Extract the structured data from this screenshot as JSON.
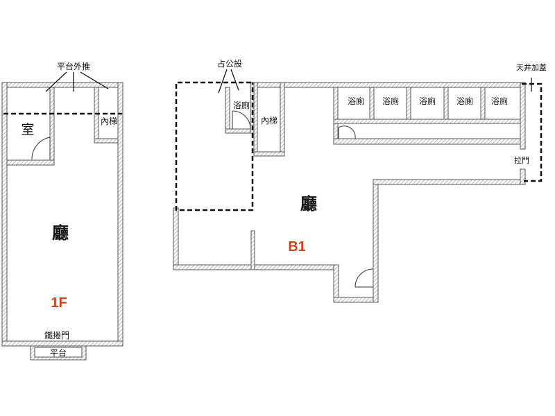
{
  "floor_1f": {
    "label": "1F",
    "hall": "廳",
    "room": "室",
    "elevator": "內梯",
    "platform_push": "平台外推",
    "iron_shutter": "鐵捲門",
    "platform": "平台"
  },
  "floor_b1": {
    "label": "B1",
    "hall": "廳",
    "public_use": "占公設",
    "elevator": "內梯",
    "restroom": "浴廁",
    "restrooms": [
      "浴廁",
      "浴廁",
      "浴廁",
      "浴廁",
      "浴廁"
    ],
    "skylight_cover": "天井加蓋",
    "sliding_door": "拉門"
  },
  "colors": {
    "floor_label": "#d2401c",
    "wall": "#888888",
    "line": "#111111"
  }
}
